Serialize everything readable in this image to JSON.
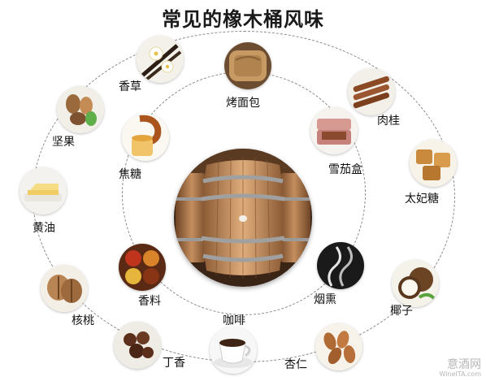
{
  "title": "常见的橡木桶风味",
  "flavors": {
    "vanilla": "香草",
    "toast": "烤面包",
    "cinnamon": "肉桂",
    "nuts": "坚果",
    "caramel": "焦糖",
    "cigar_box": "雪茄盒",
    "toffee": "太妃糖",
    "butter": "黄油",
    "spice": "香料",
    "smoke": "烟熏",
    "coconut": "椰子",
    "walnut": "核桃",
    "coffee": "咖啡",
    "clove": "丁香",
    "almond": "杏仁"
  },
  "watermark": {
    "cn": "意酒网",
    "en": "WineITA.com"
  }
}
